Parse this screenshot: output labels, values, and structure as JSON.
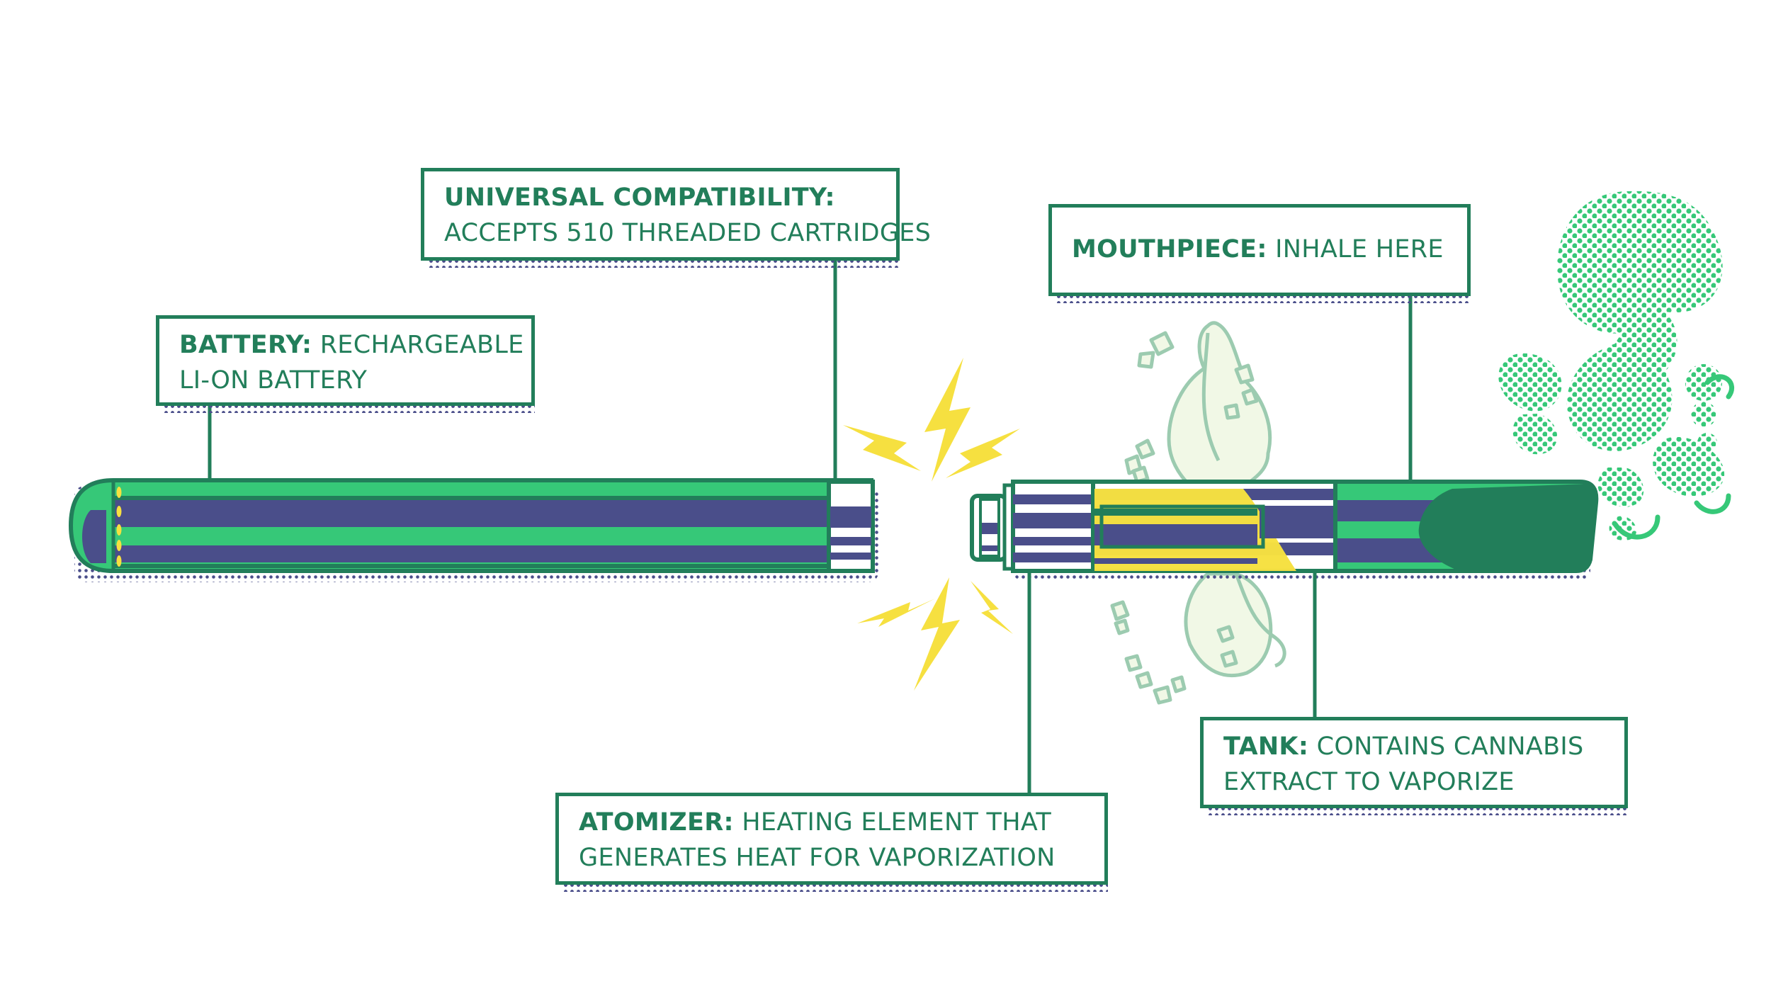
{
  "colors": {
    "green_dark": "#227e5a",
    "green_bright": "#36c878",
    "navy": "#4a4e8a",
    "yellow": "#f6e040",
    "mint_pale": "#f1f8e6",
    "mint_outline": "#9ccbb0"
  },
  "labels": {
    "universal": {
      "title": "UNIVERSAL COMPATIBILITY:",
      "desc": "ACCEPTS 510 THREADED CARTRIDGES"
    },
    "battery": {
      "title": "BATTERY:",
      "desc_1": "RECHARGEABLE",
      "desc_2": "LI-ON BATTERY"
    },
    "mouthpiece": {
      "title": "MOUTHPIECE:",
      "desc": "INHALE HERE"
    },
    "tank": {
      "title": "TANK:",
      "desc_1": "CONTAINS CANNABIS",
      "desc_2": "EXTRACT TO VAPORIZE"
    },
    "atomizer": {
      "title": "ATOMIZER:",
      "desc_1": "HEATING ELEMENT THAT",
      "desc_2": "GENERATES HEAT FOR VAPORIZATION"
    }
  },
  "icons": [
    "lightning-bolt-icon",
    "vapor-cloud-icon",
    "cannabis-leaf-icon"
  ]
}
